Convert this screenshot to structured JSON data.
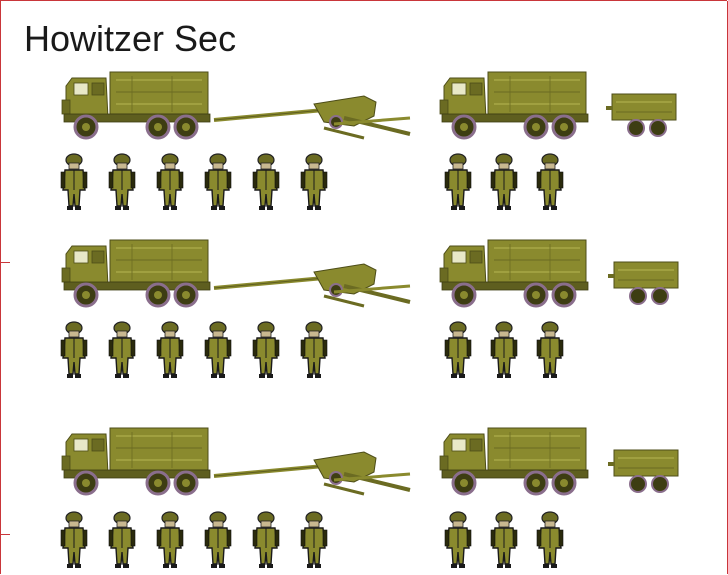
{
  "slide": {
    "title": "Howitzer Sec"
  },
  "colors": {
    "olive": "#8a8a2e",
    "olive_dark": "#5e5e1f",
    "olive_light": "#b5b553",
    "wheel_rim": "#8a6e8c",
    "frame_red": "#c9363a"
  },
  "rows": [
    {
      "name": "section-1",
      "gun_soldiers": 6,
      "ammo_soldiers": 3
    },
    {
      "name": "section-2",
      "gun_soldiers": 6,
      "ammo_soldiers": 3
    },
    {
      "name": "section-3",
      "gun_soldiers": 6,
      "ammo_soldiers": 3
    }
  ]
}
